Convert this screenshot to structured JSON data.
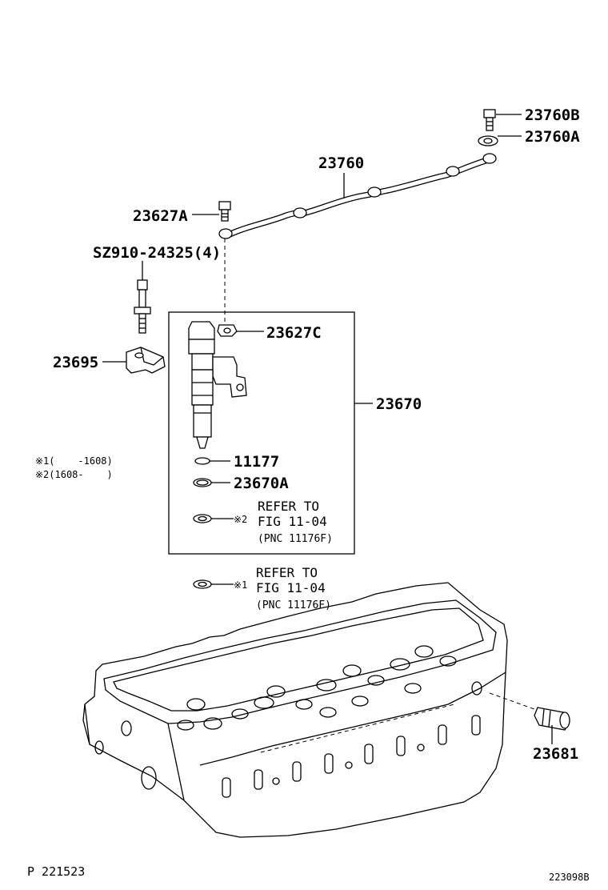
{
  "labels": {
    "p23760b": "23760B",
    "p23760a": "23760A",
    "p23760": "23760",
    "p23627a": "23627A",
    "psz910": "SZ910-24325(4)",
    "p23627c": "23627C",
    "p23695": "23695",
    "p23670": "23670",
    "p11177": "11177",
    "p23670a": "23670A",
    "p23681": "23681"
  },
  "notes": {
    "n1": "※1(    -1608)",
    "n2": "※2(1608-    )",
    "mark1": "※1",
    "mark2": "※2"
  },
  "refs": {
    "r2_line1": "REFER TO",
    "r2_line2": "FIG 11-04",
    "r2_line3": "(PNC 11176F)",
    "r1_line1": "REFER TO",
    "r1_line2": "FIG 11-04",
    "r1_line3": "(PNC 11176F)"
  },
  "footer": {
    "left": "P 221523",
    "right": "223098B"
  }
}
